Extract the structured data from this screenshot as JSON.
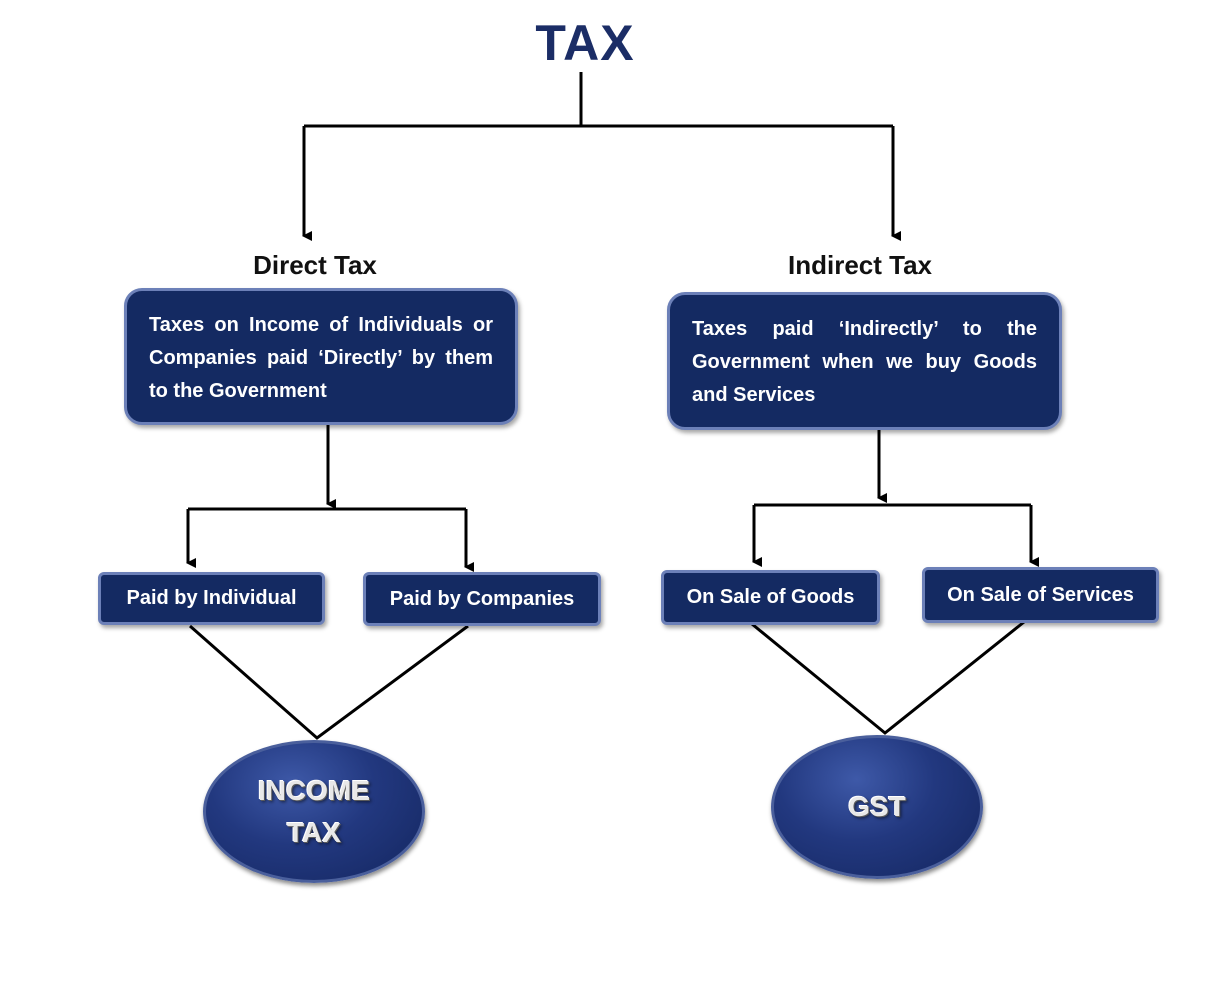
{
  "title": "TAX",
  "direct": {
    "heading": "Direct Tax",
    "description": "Taxes on Income of Individuals or Companies paid ‘Directly’ by them to the Government",
    "children": [
      "Paid by Individual",
      "Paid by Companies"
    ],
    "result": "INCOME TAX"
  },
  "indirect": {
    "heading": "Indirect Tax",
    "description": "Taxes paid ‘Indirectly’ to the Government when we buy Goods and Services",
    "children": [
      "On Sale of Goods",
      "On Sale of Services"
    ],
    "result": "GST"
  },
  "colors": {
    "box_fill": "#142a62",
    "box_border": "#6c80b8",
    "title": "#1b2d66",
    "connector": "#000000"
  }
}
